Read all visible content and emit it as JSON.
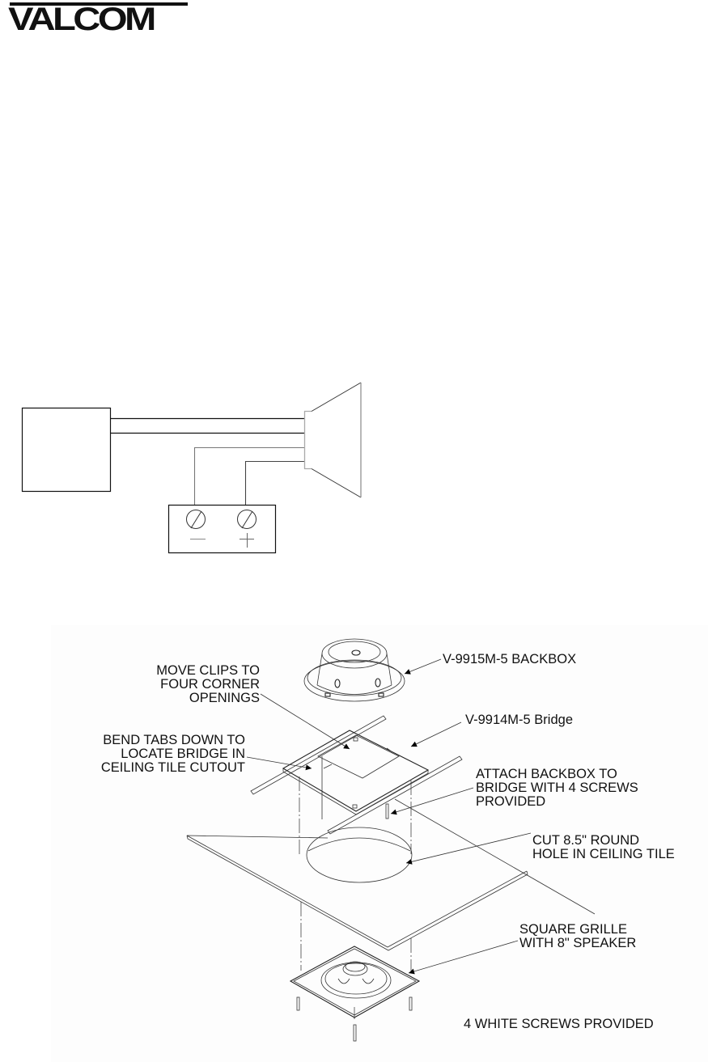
{
  "header": {
    "logo_text": "VALCOM"
  },
  "wiring_diagram": {
    "source_box_label": "",
    "terminal_block": {
      "terminals": [
        {
          "symbol": "—",
          "polarity": "negative"
        },
        {
          "symbol": "+",
          "polarity": "positive"
        }
      ]
    },
    "speaker_icon": "speaker-horn-icon"
  },
  "assembly_diagram": {
    "callouts": {
      "backbox": "V-9915M-5 BACKBOX",
      "move_clips": "MOVE CLIPS TO\nFOUR CORNER\nOPENINGS",
      "bridge": "V-9914M-5 Bridge",
      "bend_tabs": "BEND TABS DOWN TO\nLOCATE BRIDGE IN\nCEILING TILE CUTOUT",
      "attach_backbox": "ATTACH BACKBOX TO\nBRIDGE WITH 4 SCREWS\nPROVIDED",
      "cut_hole": "CUT 8.5\" ROUND\nHOLE IN CEILING TILE",
      "grille": "SQUARE GRILLE\nWITH 8\" SPEAKER",
      "screws": "4 WHITE SCREWS PROVIDED"
    },
    "background_color": "#fdfdfd"
  }
}
